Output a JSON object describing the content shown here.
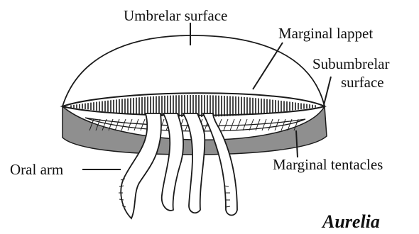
{
  "diagram": {
    "caption": "Aurelia",
    "labels": {
      "umbrelar_surface": "Umbrelar surface",
      "marginal_lappet": "Marginal lappet",
      "subumbrelar_line1": "Subumbrelar",
      "subumbrelar_line2": "surface",
      "oral_arm": "Oral arm",
      "marginal_tentacles": "Marginal tentacles"
    },
    "colors": {
      "outline": "#1a1a1a",
      "tentacle_band": "#8f8f8f",
      "background": "#ffffff"
    }
  }
}
